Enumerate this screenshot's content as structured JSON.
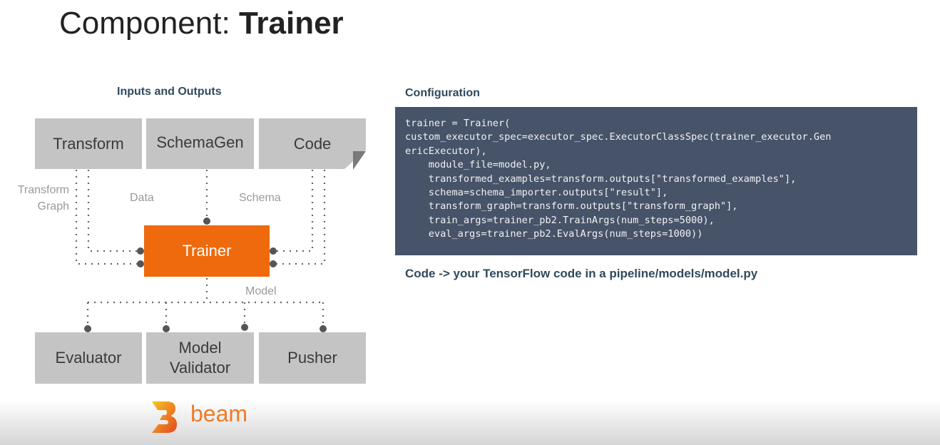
{
  "title": {
    "prefix": "Component: ",
    "bold": "Trainer"
  },
  "diagram": {
    "heading": "Inputs and Outputs",
    "inputs": [
      "Transform",
      "SchemaGen",
      "Code"
    ],
    "center": "Trainer",
    "outputs": [
      "Evaluator",
      "Model Validator",
      "Pusher"
    ],
    "edge_labels": {
      "transform_graph": "Transform Graph",
      "data": "Data",
      "schema": "Schema",
      "model": "Model"
    },
    "accent": "#ee6a0c"
  },
  "config": {
    "heading": "Configuration",
    "code": "trainer = Trainer(\ncustom_executor_spec=executor_spec.ExecutorClassSpec(trainer_executor.Gen\nericExecutor),\n    module_file=model.py,\n    transformed_examples=transform.outputs[\"transformed_examples\"],\n    schema=schema_importer.outputs[\"result\"],\n    transform_graph=transform.outputs[\"transform_graph\"],\n    train_args=trainer_pb2.TrainArgs(num_steps=5000),\n    eval_args=trainer_pb2.EvalArgs(num_steps=1000))",
    "note": "Code -> your TensorFlow code in a pipeline/models/model.py"
  },
  "logo": {
    "text": "beam"
  }
}
